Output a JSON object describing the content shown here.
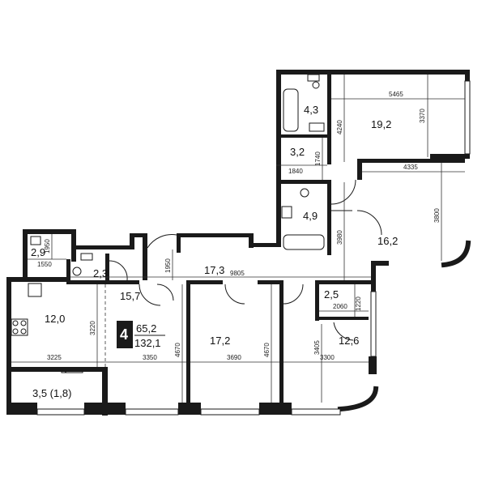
{
  "rooms": {
    "bath_top": "4,3",
    "living_top_right": "19,2",
    "wc_top": "3,2",
    "bath_middle": "4,9",
    "bedroom_right": "16,2",
    "storage_left": "2,9",
    "wc_left": "2,3",
    "corridor": "17,3",
    "hall": "15,7",
    "kitchen": "12,0",
    "bedroom_center": "17,2",
    "closet_right": "2,5",
    "bedroom_bottom_right": "12,6",
    "balcony": "3,5 (1,8)"
  },
  "dimensions": {
    "d5465": "5465",
    "d3370": "3370",
    "d4240": "4240",
    "d1740": "1740",
    "d1840": "1840",
    "d4335": "4335",
    "d3800": "3800",
    "d3980": "3980",
    "d1950_left": "1950",
    "d1550": "1550",
    "d1950_mid": "1950",
    "d9805": "9805",
    "d3220": "3220",
    "d3225": "3225",
    "d3350": "3350",
    "d4670_left": "4670",
    "d3690": "3690",
    "d4670_right": "4670",
    "d3405": "3405",
    "d3300": "3300",
    "d2060": "2060",
    "d1220": "1220"
  },
  "summary": {
    "rooms_count": "4",
    "living_area": "65,2",
    "total_area": "132,1"
  },
  "colors": {
    "wall": "#1a1a1a",
    "background": "#ffffff"
  }
}
